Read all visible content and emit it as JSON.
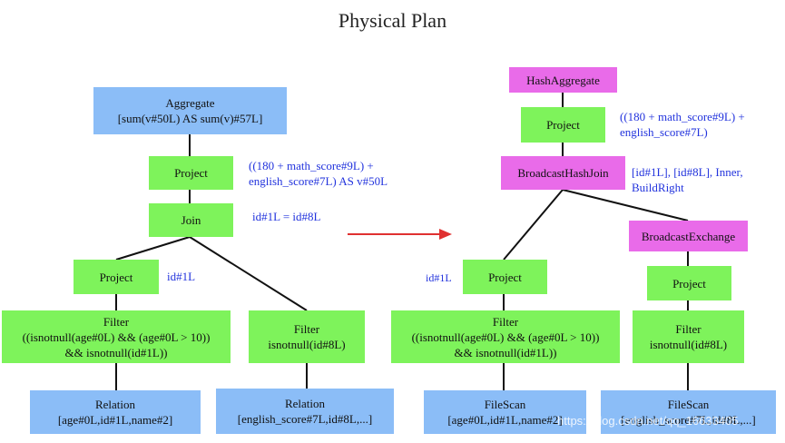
{
  "title": "Physical Plan",
  "logical_plan": {
    "aggregate": {
      "label": "Aggregate",
      "detail": "[sum(v#50L) AS sum(v)#57L]"
    },
    "project_top": {
      "label": "Project",
      "note_line1": "((180 + math_score#9L) +",
      "note_line2": "english_score#7L) AS v#50L"
    },
    "join": {
      "label": "Join",
      "note": "id#1L = id#8L"
    },
    "project_left": {
      "label": "Project",
      "note": "id#1L"
    },
    "filter_left": {
      "label": "Filter",
      "line1": "((isnotnull(age#0L) && (age#0L > 10))",
      "line2": "&& isnotnull(id#1L))"
    },
    "filter_right": {
      "label": "Filter",
      "line1": "isnotnull(id#8L)"
    },
    "relation_left": {
      "label": "Relation",
      "detail": "[age#0L,id#1L,name#2]"
    },
    "relation_right": {
      "label": "Relation",
      "detail": "[english_score#7L,id#8L,...]"
    }
  },
  "physical_plan": {
    "hash_aggregate": {
      "label": "HashAggregate"
    },
    "project_top": {
      "label": "Project",
      "note_line1": "((180 + math_score#9L) +",
      "note_line2": "english_score#7L)"
    },
    "broadcast_hash_join": {
      "label": "BroadcastHashJoin",
      "note_line1": "[id#1L], [id#8L], Inner,",
      "note_line2": "BuildRight"
    },
    "broadcast_exchange": {
      "label": "BroadcastExchange"
    },
    "project_left": {
      "label": "Project",
      "note": "id#1L"
    },
    "project_right": {
      "label": "Project"
    },
    "filter_left": {
      "label": "Filter",
      "line1": "((isnotnull(age#0L) && (age#0L > 10))",
      "line2": "&& isnotnull(id#1L))"
    },
    "filter_right": {
      "label": "Filter",
      "line1": "isnotnull(id#8L)"
    },
    "filescan_left": {
      "label": "FileScan",
      "detail": "[age#0L,id#1L,name#2]"
    },
    "filescan_right": {
      "label": "FileScan",
      "detail": "[english_score#7L,id#8L,...]"
    }
  },
  "watermark": "https://blog.csdn.net/qq_16633405",
  "colors": {
    "relation_blue": "#8bbdf7",
    "operator_green": "#7ef35b",
    "exchange_magenta": "#e96be9",
    "annotation_blue": "#2233dd",
    "arrow_red": "#e03030"
  }
}
